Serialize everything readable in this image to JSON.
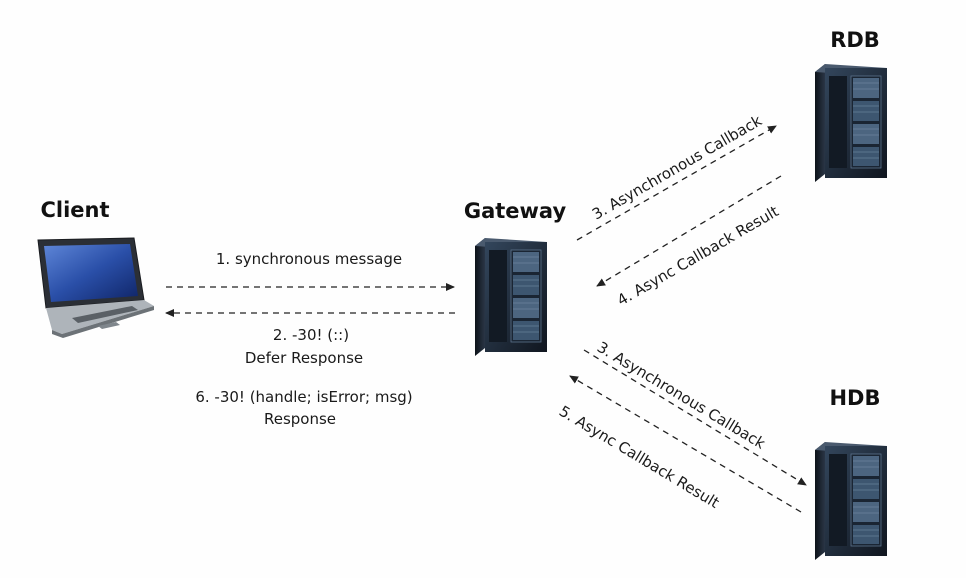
{
  "nodes": {
    "client": "Client",
    "gateway": "Gateway",
    "rdb": "RDB",
    "hdb": "HDB"
  },
  "messages": {
    "m1": "1. synchronous message",
    "m2_line1": "2. -30! (::)",
    "m2_line2": "Defer Response",
    "m6_line1": "6. -30! (handle; isError; msg)",
    "m6_line2": "Response",
    "m3_rdb": "3. Asynchronous Callback",
    "m4_rdb": "4. Async Callback Result",
    "m3_hdb": "3. Asynchronous Callback",
    "m5_hdb": "5. Async Callback Result"
  },
  "icons": {
    "client": "laptop-icon",
    "gateway": "server-rack-icon",
    "rdb": "server-rack-icon",
    "hdb": "server-rack-icon"
  },
  "colors": {
    "server_body": "#1b2330",
    "server_panel": "#3e5670",
    "laptop_screen": "#2a4fa8",
    "laptop_body": "#9aa1a8"
  }
}
